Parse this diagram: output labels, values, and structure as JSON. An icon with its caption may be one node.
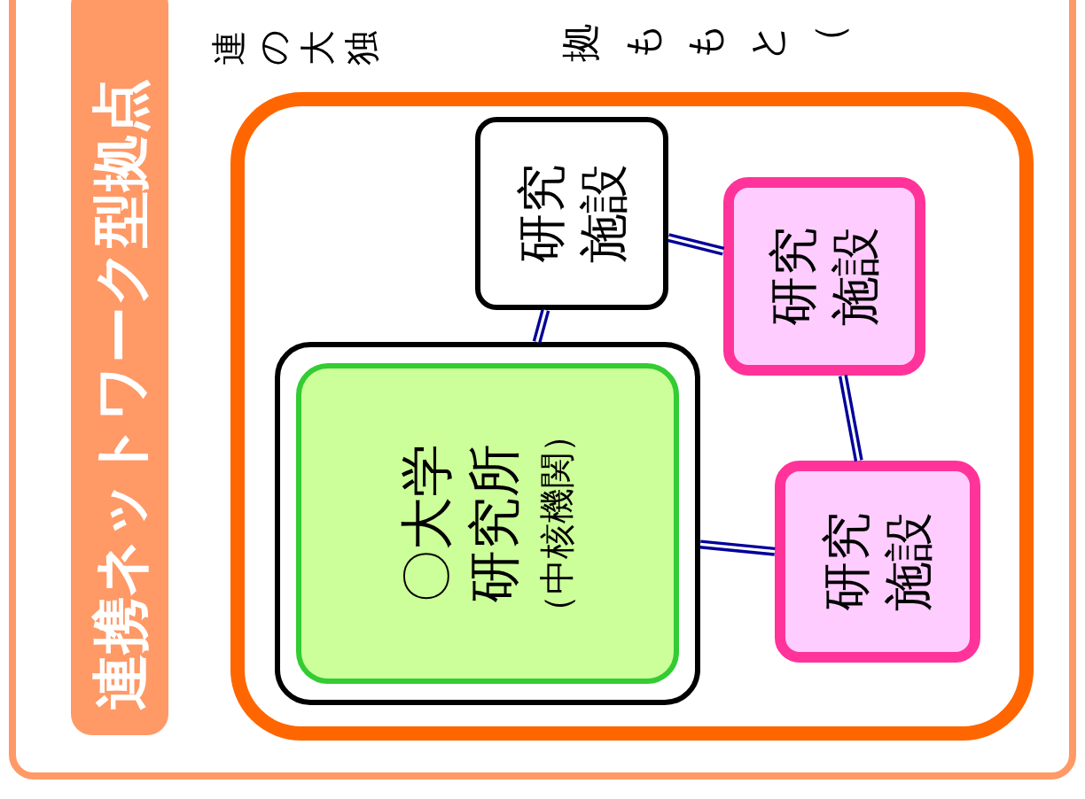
{
  "diagram": {
    "nodes": [
      {
        "text": [
          "連携ネットワーク型拠点"
        ]
      },
      {
        "text": [],
        "shape": "box"
      },
      {
        "text": [],
        "shape": "box",
        "in": 1
      },
      {
        "text": [
          "〇大学研究所",
          "（中核機関）"
        ],
        "in": 2
      },
      {
        "text": [
          "研究施設"
        ],
        "in": 1
      },
      {
        "text": [
          "研究施設"
        ],
        "in": 1
      },
      {
        "text": [
          "研究施設"
        ],
        "in": 1
      }
    ],
    "edges": [
      {
        "from": 2,
        "to": 4,
        "arrow": "none"
      },
      {
        "from": 4,
        "to": 5,
        "arrow": "none"
      },
      {
        "from": 5,
        "to": 6,
        "arrow": "none"
      },
      {
        "from": 2,
        "to": 6,
        "arrow": "none"
      }
    ],
    "labels": [
      "連",
      "の",
      "大",
      "独",
      "拠",
      "も",
      "も",
      "と",
      "（"
    ]
  }
}
